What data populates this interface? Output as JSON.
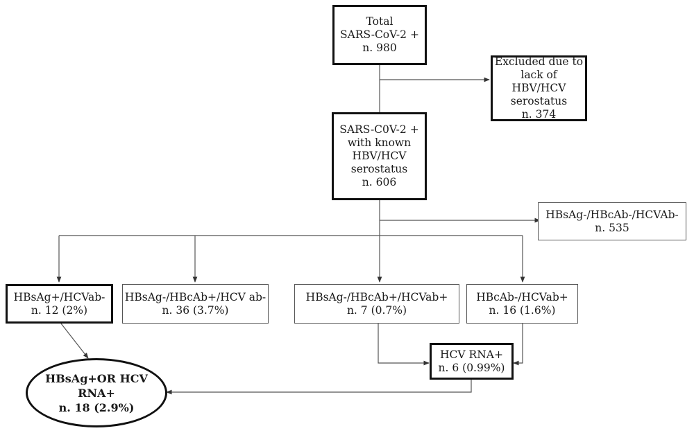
{
  "boxes": {
    "total": [
      "Total",
      "SARS-CoV-2 +",
      "n. 980"
    ],
    "excluded": [
      "Excluded due to",
      "lack of HBV/HCV",
      "serostatus",
      "n. 374"
    ],
    "known": [
      "SARS-C0V-2 +",
      "with known",
      "HBV/HCV",
      "serostatus",
      "n. 606"
    ],
    "negative": [
      "HBsAg-/HBcAb-/HCVAb-",
      "n. 535"
    ],
    "hbsag_pos": [
      "HBsAg+/HCVab-",
      "n. 12 (2%)"
    ],
    "hbcab_pos": [
      "HBsAg-/HBcAb+/HCV ab-",
      "n. 36 (3.7%)"
    ],
    "hbcab_hcv_pos": [
      "HBsAg-/HBcAb+/HCVab+",
      "n. 7 (0.7%)"
    ],
    "hcv_pos": [
      "HBcAb-/HCVab+",
      "n. 16 (1.6%)"
    ],
    "hcv_rna": [
      "HCV RNA+",
      "n. 6 (0.99%)"
    ],
    "outcome": [
      "HBsAg+OR HCV RNA+",
      "n. 18 (2.9%)"
    ]
  }
}
